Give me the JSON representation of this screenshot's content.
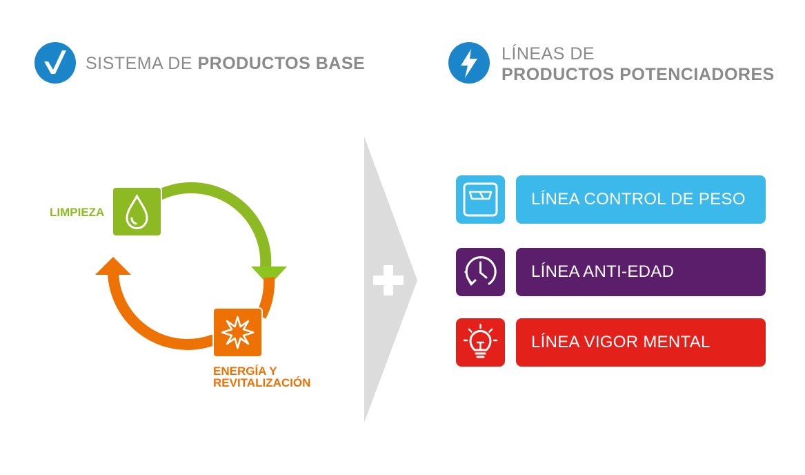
{
  "header_left": {
    "title_light": "SISTEMA DE ",
    "title_bold": "PRODUCTOS BASE",
    "icon": "checkmark-icon"
  },
  "header_right": {
    "title_line1": "LÍNEAS DE",
    "title_line2": "PRODUCTOS POTENCIADORES",
    "icon": "lightning-bolt-icon"
  },
  "cycle": {
    "step1": {
      "label": "LIMPIEZA",
      "icon": "water-drop-icon",
      "color": "#8dba22"
    },
    "step2": {
      "label_line1": "ENERGÍA Y",
      "label_line2": "REVITALIZACIÓN",
      "icon": "sun-burst-icon",
      "color": "#ed7203"
    }
  },
  "connector": {
    "icon": "plus-icon"
  },
  "lines": [
    {
      "label": "LÍNEA CONTROL DE PESO",
      "icon": "scale-icon",
      "color": "#3bb9ea"
    },
    {
      "label": "LÍNEA ANTI-EDAD",
      "icon": "clock-icon",
      "color": "#5b1e6b"
    },
    {
      "label": "LÍNEA VIGOR MENTAL",
      "icon": "light-bulb-icon",
      "color": "#e3201a"
    }
  ],
  "colors": {
    "blue_accent": "#1a86c9",
    "heading_gray": "#8a8a8a",
    "arrow_gray": "#dcdcdc"
  }
}
